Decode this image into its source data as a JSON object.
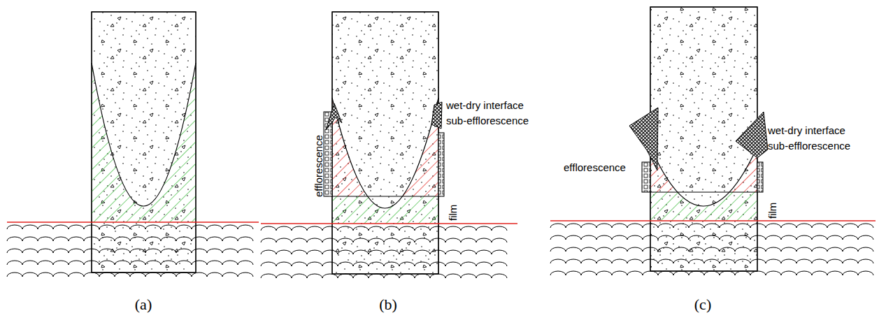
{
  "diagram": {
    "labels": [
      "efflorescence",
      "wet-dry interface sub-efflorescence",
      "film",
      "wet-dry interface sub-efflorescence",
      "efflorescence",
      "film",
      "(a)",
      "(b)",
      "(c)"
    ]
  }
}
